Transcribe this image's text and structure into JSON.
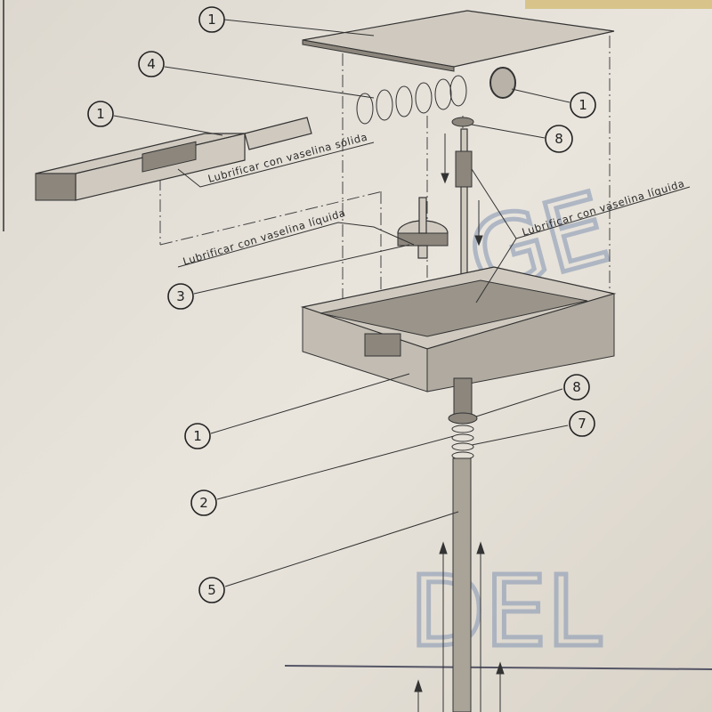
{
  "callouts": [
    {
      "label": "1"
    },
    {
      "label": "4"
    },
    {
      "label": "1"
    },
    {
      "label": "1"
    },
    {
      "label": "8"
    },
    {
      "label": "3"
    },
    {
      "label": "1"
    },
    {
      "label": "8"
    },
    {
      "label": "7"
    },
    {
      "label": "2"
    },
    {
      "label": "5"
    }
  ],
  "notes": {
    "solid": "Lubrificar con vaselina sólida",
    "liquid_left": "Lubrificar con vaselina líquida",
    "liquid_right": "Lubrificar con vaselina líquida"
  },
  "handwriting": {
    "top": "GE",
    "bottom": "DEL"
  }
}
